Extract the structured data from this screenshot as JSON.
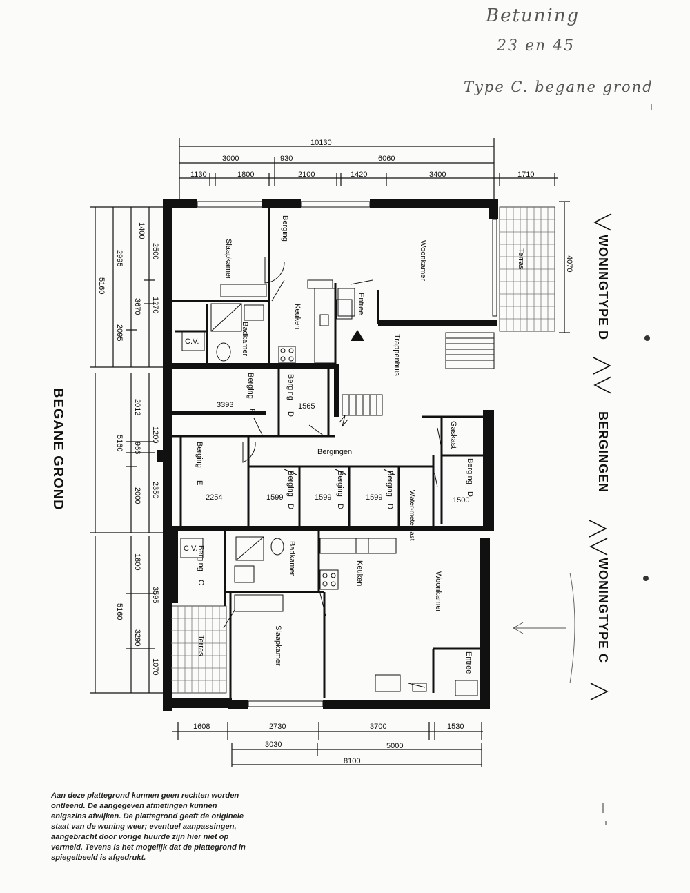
{
  "handwriting": {
    "line1": "Betuning",
    "line2": "23 en 45",
    "line3": "Type C. begane grond"
  },
  "labels": {
    "begane_grond": "BEGANE GROND",
    "woningtype_d": "WONINGTYPE D",
    "bergingen": "BERGINGEN",
    "woningtype_c": "WONINGTYPE C"
  },
  "dimensions_top": {
    "overall": "10130",
    "d1": "3000",
    "d2": "930",
    "d3": "6060",
    "s1": "1130",
    "s2": "1800",
    "s3": "2100",
    "s4": "1420",
    "s5": "3400",
    "s6": "1710"
  },
  "dimensions_left": {
    "a1": "1400",
    "a2": "2500",
    "a3": "2995",
    "a4": "5160",
    "a5": "3670",
    "a6": "1270",
    "a7": "2095",
    "b1": "2012",
    "b2": "1200",
    "b3": "966",
    "b4": "5160",
    "b5": "2350",
    "b6": "2000",
    "c1": "1800",
    "c2": "3595",
    "c3": "5160",
    "c4": "3290",
    "c5": "1070"
  },
  "dimensions_right": {
    "terras_depth": "4070"
  },
  "dimensions_bottom": {
    "b1": "1608",
    "b2": "2730",
    "b3": "3700",
    "b4": "1530",
    "b5": "3030",
    "b6": "5000",
    "overall": "8100"
  },
  "rooms": {
    "slaapkamer_top": "Slaapkamer",
    "berging_top": "Berging",
    "woonkamer_top": "Woonkamer",
    "terras_top": "Terras",
    "keuken_top": "Keuken",
    "badkamer_top": "Badkamer",
    "entree_top": "Entree",
    "cv_top": "C.V.",
    "trappenhuis": "Trappenhuis",
    "berging_e_top": "Berging",
    "berging_e_top_letter": "E",
    "berging_e_top_area": "3393",
    "berging_d_top": "Berging",
    "berging_d_top_letter": "D",
    "berging_d_top_area": "1565",
    "gaskast": "Gaskast",
    "bergingen": "Bergingen",
    "berging_e_mid": "Berging",
    "berging_e_mid_letter": "E",
    "berging_e_mid_area": "2254",
    "berging_d1": "Berging",
    "berging_d1_letter": "D",
    "berging_d1_area": "1599",
    "berging_d2": "Berging",
    "berging_d2_letter": "D",
    "berging_d2_area": "1599",
    "berging_d3": "Berging",
    "berging_d3_letter": "D",
    "berging_d3_area": "1599",
    "watermeterkast": "Water-meterkast",
    "berging_d4": "Berging",
    "berging_d4_letter": "D",
    "berging_d4_area": "1500",
    "cv_bottom": "C.V.",
    "berging_c": "Berging",
    "berging_c_letter": "C",
    "badkamer_bottom": "Badkamer",
    "keuken_bottom": "Keuken",
    "woonkamer_bottom": "Woonkamer",
    "slaapkamer_bottom": "Slaapkamer",
    "terras_bottom": "Terras",
    "entree_bottom": "Entree"
  },
  "disclaimer": "Aan deze plattegrond kunnen geen rechten worden ontleend. De aangegeven afmetingen kunnen enigszins afwijken. De plattegrond geeft de originele staat van de woning weer; eventuel aanpassingen, aangebracht door vorige huurde zijn hier niet op vermeld. Tevens is het mogelijk dat de plattegrond in spiegelbeeld is afgedrukt."
}
